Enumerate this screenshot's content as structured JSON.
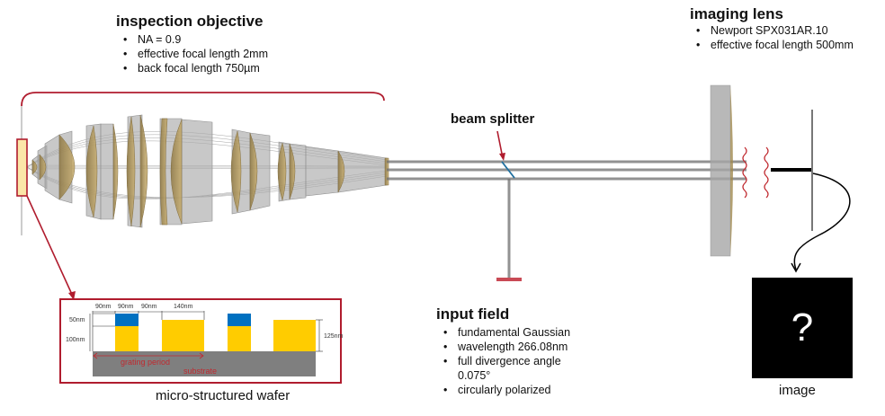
{
  "objective": {
    "title": "inspection objective",
    "specs": [
      "NA = 0.9",
      "effective focal length 2mm",
      "back focal length 750µm"
    ]
  },
  "imaging_lens": {
    "title": "imaging lens",
    "specs": [
      "Newport SPX031AR.10",
      "effective focal length 500mm"
    ]
  },
  "beam_splitter": {
    "label": "beam splitter"
  },
  "input_field": {
    "title": "input field",
    "specs": [
      "fundamental Gaussian",
      "wavelength 266.08nm",
      "full divergence angle 0.075°",
      "circularly polarized"
    ]
  },
  "wafer": {
    "caption": "micro-structured wafer",
    "dimensions": {
      "gap1": "90nm",
      "width_stacked": "90nm",
      "gap2": "90nm",
      "width_wide": "140nm",
      "top_layer_height": "50nm",
      "bottom_layer_height": "100nm",
      "wide_height": "125nm"
    },
    "labels": {
      "period": "grating period",
      "substrate": "substrate"
    },
    "colors": {
      "top_layer": "#0070c0",
      "bottom_layer": "#ffcc00",
      "substrate": "#7f7f7f",
      "frame": "#b01c2e"
    }
  },
  "output": {
    "caption": "image",
    "placeholder": "?"
  },
  "colors": {
    "accent_red": "#b01c2e",
    "lens_gray": "#a6a6a6",
    "lens_gold": "#a08a50",
    "beam_gray": "#6e6e6e",
    "splitter_blue": "#1f6f9f"
  }
}
